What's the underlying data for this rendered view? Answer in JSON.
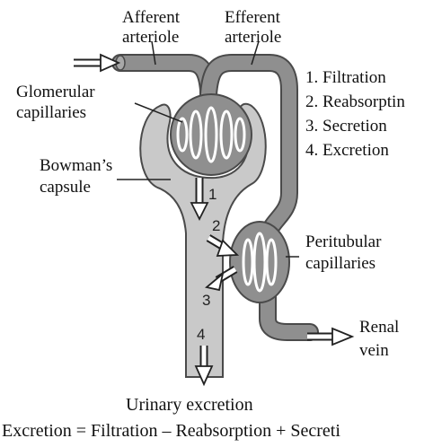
{
  "diagram": {
    "labels": {
      "afferent_line1": "Afferent",
      "afferent_line2": "arteriole",
      "efferent_line1": "Efferent",
      "efferent_line2": "arteriole",
      "glomerular_line1": "Glomerular",
      "glomerular_line2": "capillaries",
      "bowmans_line1": "Bowman’s",
      "bowmans_line2": "capsule",
      "peritubular_line1": "Peritubular",
      "peritubular_line2": "capillaries",
      "renal_line1": "Renal",
      "renal_line2": "vein",
      "urinary": "Urinary excretion"
    },
    "steps": [
      "1. Filtration",
      "2. Reabsorptin",
      "3. Secretion",
      "4. Excretion"
    ],
    "step_markers": [
      "1",
      "2",
      "3",
      "4"
    ],
    "equation": "Excretion = Filtration – Reabsorption + Secreti"
  },
  "colors": {
    "vessel": "#8f8f8f",
    "vessel_dark": "#5a5a5a",
    "capsule": "#c8c8c8",
    "outline": "#4a4a4a"
  }
}
